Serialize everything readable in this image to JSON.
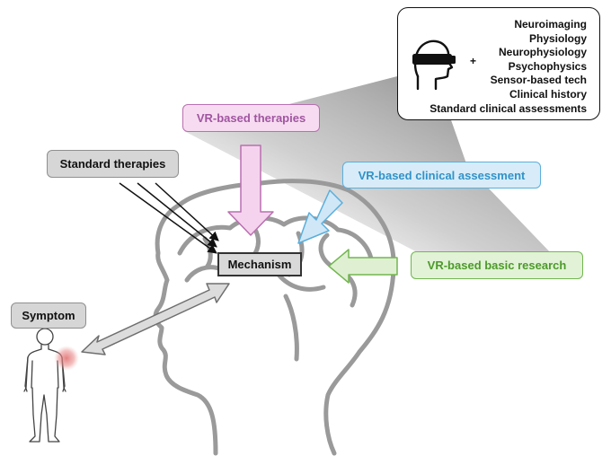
{
  "labels": {
    "vr_therapies": "VR-based therapies",
    "standard_therapies": "Standard therapies",
    "vr_clinical_assessment": "VR-based clinical assessment",
    "mechanism": "Mechanism",
    "vr_basic_research": "VR-based basic research",
    "symptom": "Symptom"
  },
  "data_sources": {
    "plus": "+",
    "items": [
      "Neuroimaging",
      "Physiology",
      "Neurophysiology",
      "Psychophysics",
      "Sensor-based tech",
      "Clinical history",
      "Standard clinical assessments"
    ]
  },
  "icons": {
    "vr_headset": "vr-headset-icon",
    "brain": "brain-head-outline",
    "body": "human-body-icon"
  },
  "colors": {
    "gray_fill": "#d6d6d6",
    "pink_fill": "#f7dcf1",
    "pink_text": "#a055a0",
    "blue_fill": "#d7ecf8",
    "blue_text": "#3292c8",
    "green_fill": "#e1f2d6",
    "green_text": "#4d9a2a",
    "symptom_glow": "#e06a6a"
  }
}
